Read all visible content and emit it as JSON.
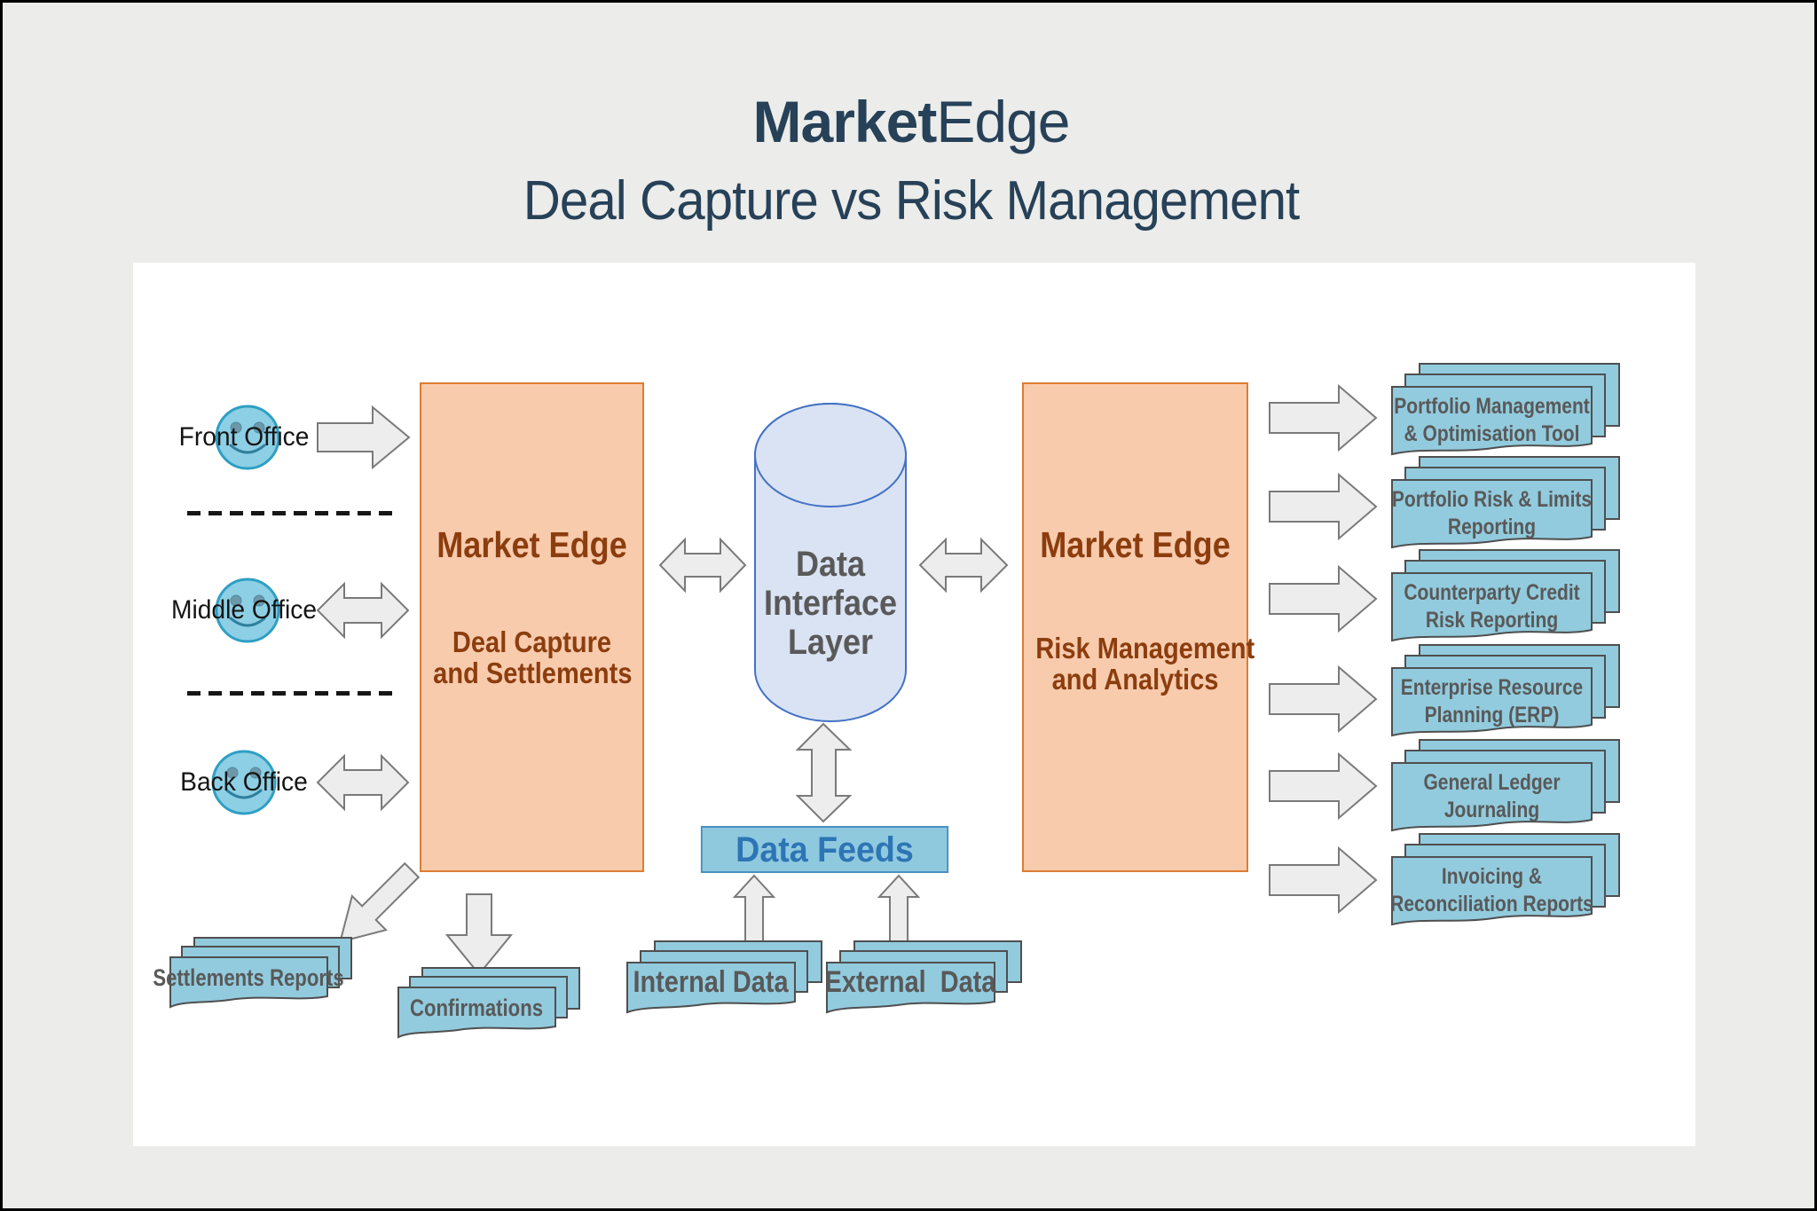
{
  "title": {
    "brand_bold": "Market",
    "brand_rest": "Edge",
    "subtitle": "Deal Capture vs Risk Management"
  },
  "offices": [
    {
      "label": "Front Office"
    },
    {
      "label": "Middle Office"
    },
    {
      "label": "Back Office"
    }
  ],
  "left_system": {
    "title": "Market Edge",
    "subtitle_lines": [
      "Deal Capture",
      "and Settlements"
    ]
  },
  "right_system": {
    "title": "Market Edge",
    "subtitle_lines": [
      "Risk Management",
      "and Analytics"
    ]
  },
  "interface_layer": {
    "lines": [
      "Data",
      "Interface",
      "Layer"
    ]
  },
  "data_feeds": {
    "label": "Data Feeds"
  },
  "feed_sources": [
    {
      "label": "Internal Data"
    },
    {
      "label": "External  Data"
    }
  ],
  "left_outputs": [
    {
      "label": "Settlements Reports"
    },
    {
      "label": "Confirmations"
    }
  ],
  "right_outputs": [
    {
      "lines": [
        "Portfolio Management",
        "& Optimisation Tool"
      ]
    },
    {
      "lines": [
        "Portfolio Risk & Limits",
        "Reporting"
      ]
    },
    {
      "lines": [
        "Counterparty Credit",
        "Risk Reporting"
      ]
    },
    {
      "lines": [
        "Enterprise Resource",
        "Planning (ERP)"
      ]
    },
    {
      "lines": [
        "General Ledger",
        "Journaling"
      ]
    },
    {
      "lines": [
        "Invoicing &",
        "Reconciliation Reports"
      ]
    }
  ],
  "colors": {
    "page-bg": "#ECECEA",
    "title": "#264158",
    "box-fill": "#F8CBAD",
    "box-border": "#DE7D33",
    "box-text": "#8C3D0E",
    "cylinder-fill": "#DAE3F3",
    "cylinder-border": "#4472C4",
    "gray-text": "#595959",
    "paper-fill": "#92CBDE",
    "paper-border": "#4F4F4F",
    "feeds-fill": "#8FC9DE",
    "feeds-border": "#4A90C2",
    "feeds-text": "#2E75B6",
    "arrow-fill": "#EDEDED",
    "arrow-border": "#7A7A7A",
    "smiley-fill": "#8DCFE4",
    "smiley-border": "#2E9FC4"
  }
}
